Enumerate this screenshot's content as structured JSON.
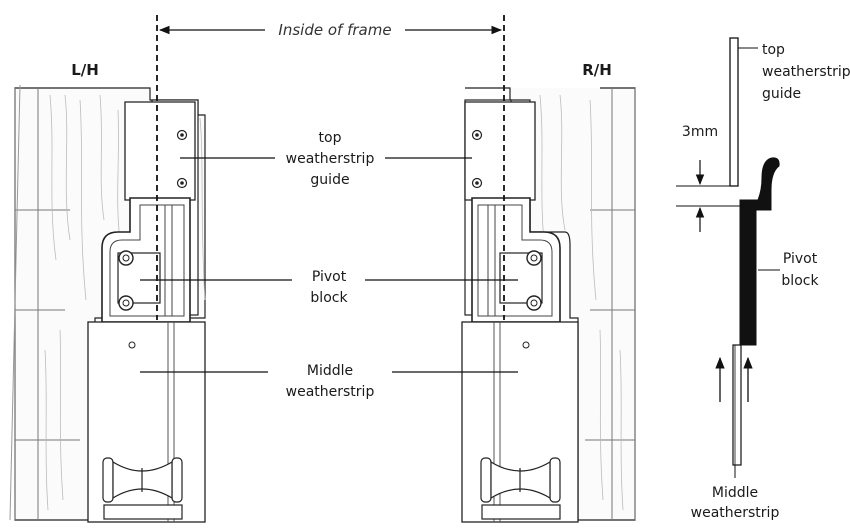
{
  "header": {
    "dimension_label": "Inside of frame"
  },
  "sides": {
    "left": "L/H",
    "right": "R/H"
  },
  "callouts": {
    "top_guide": [
      "top",
      "weatherstrip",
      "guide"
    ],
    "pivot": [
      "Pivot",
      "block"
    ],
    "middle": [
      "Middle",
      "weatherstrip"
    ]
  },
  "section": {
    "top_guide": [
      "top",
      "weatherstrip",
      "guide"
    ],
    "gap": "3mm",
    "pivot": [
      "Pivot",
      "block"
    ],
    "middle": [
      "Middle",
      "weatherstrip"
    ]
  }
}
